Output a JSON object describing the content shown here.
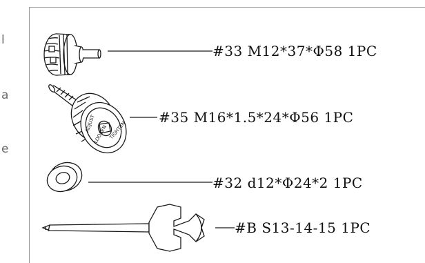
{
  "edge_text": [
    "l",
    "a",
    "e"
  ],
  "parts": [
    {
      "label": "#33 M12*37*Φ58 1PC",
      "item": "knob-small"
    },
    {
      "label": "#35 M16*1.5*24*Φ56 1PC",
      "item": "knob-large"
    },
    {
      "label": "#32 d12*Φ24*2 1PC",
      "item": "washer"
    },
    {
      "label": "#B S13-14-15 1PC",
      "item": "wrench"
    }
  ],
  "knob_large_text": [
    "ADJUST",
    "LOOSEN",
    "TIGHTEN"
  ],
  "colors": {
    "line": "#1a1a1a",
    "frame": "#9a9a9a",
    "edge_text": "#6a6a6a"
  }
}
